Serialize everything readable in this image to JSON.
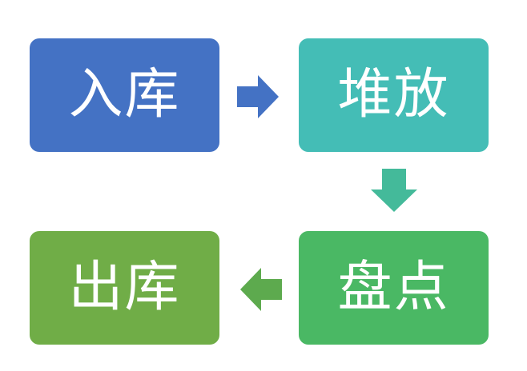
{
  "steps": [
    {
      "label": "入库",
      "color": "#4472C4"
    },
    {
      "label": "堆放",
      "color": "#44BDB6"
    },
    {
      "label": "盘点",
      "color": "#4AB864"
    },
    {
      "label": "出库",
      "color": "#70AD47"
    }
  ],
  "arrows": [
    {
      "direction": "right",
      "color": "#4472C4"
    },
    {
      "direction": "down",
      "color": "#44BA9A"
    },
    {
      "direction": "left",
      "color": "#5DAA4E"
    }
  ]
}
